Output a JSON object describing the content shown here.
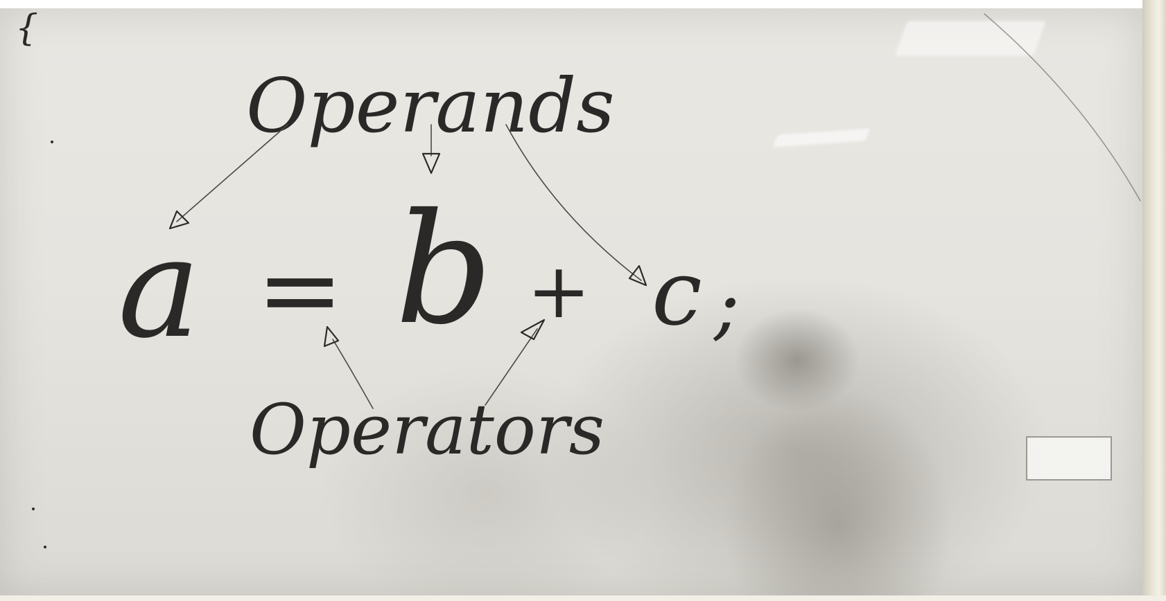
{
  "board": {
    "words": {
      "operands": "Operands",
      "operators": "Operators"
    },
    "expression": {
      "a": "a",
      "equals": "=",
      "b": "b",
      "plus": "+",
      "c": "c",
      "semicolon": ";"
    },
    "corner_mark": "{"
  },
  "colors": {
    "whiteboard": "#e7e5e0",
    "marker_ink": "#2b2a28",
    "frame": "#e8e4d6"
  }
}
